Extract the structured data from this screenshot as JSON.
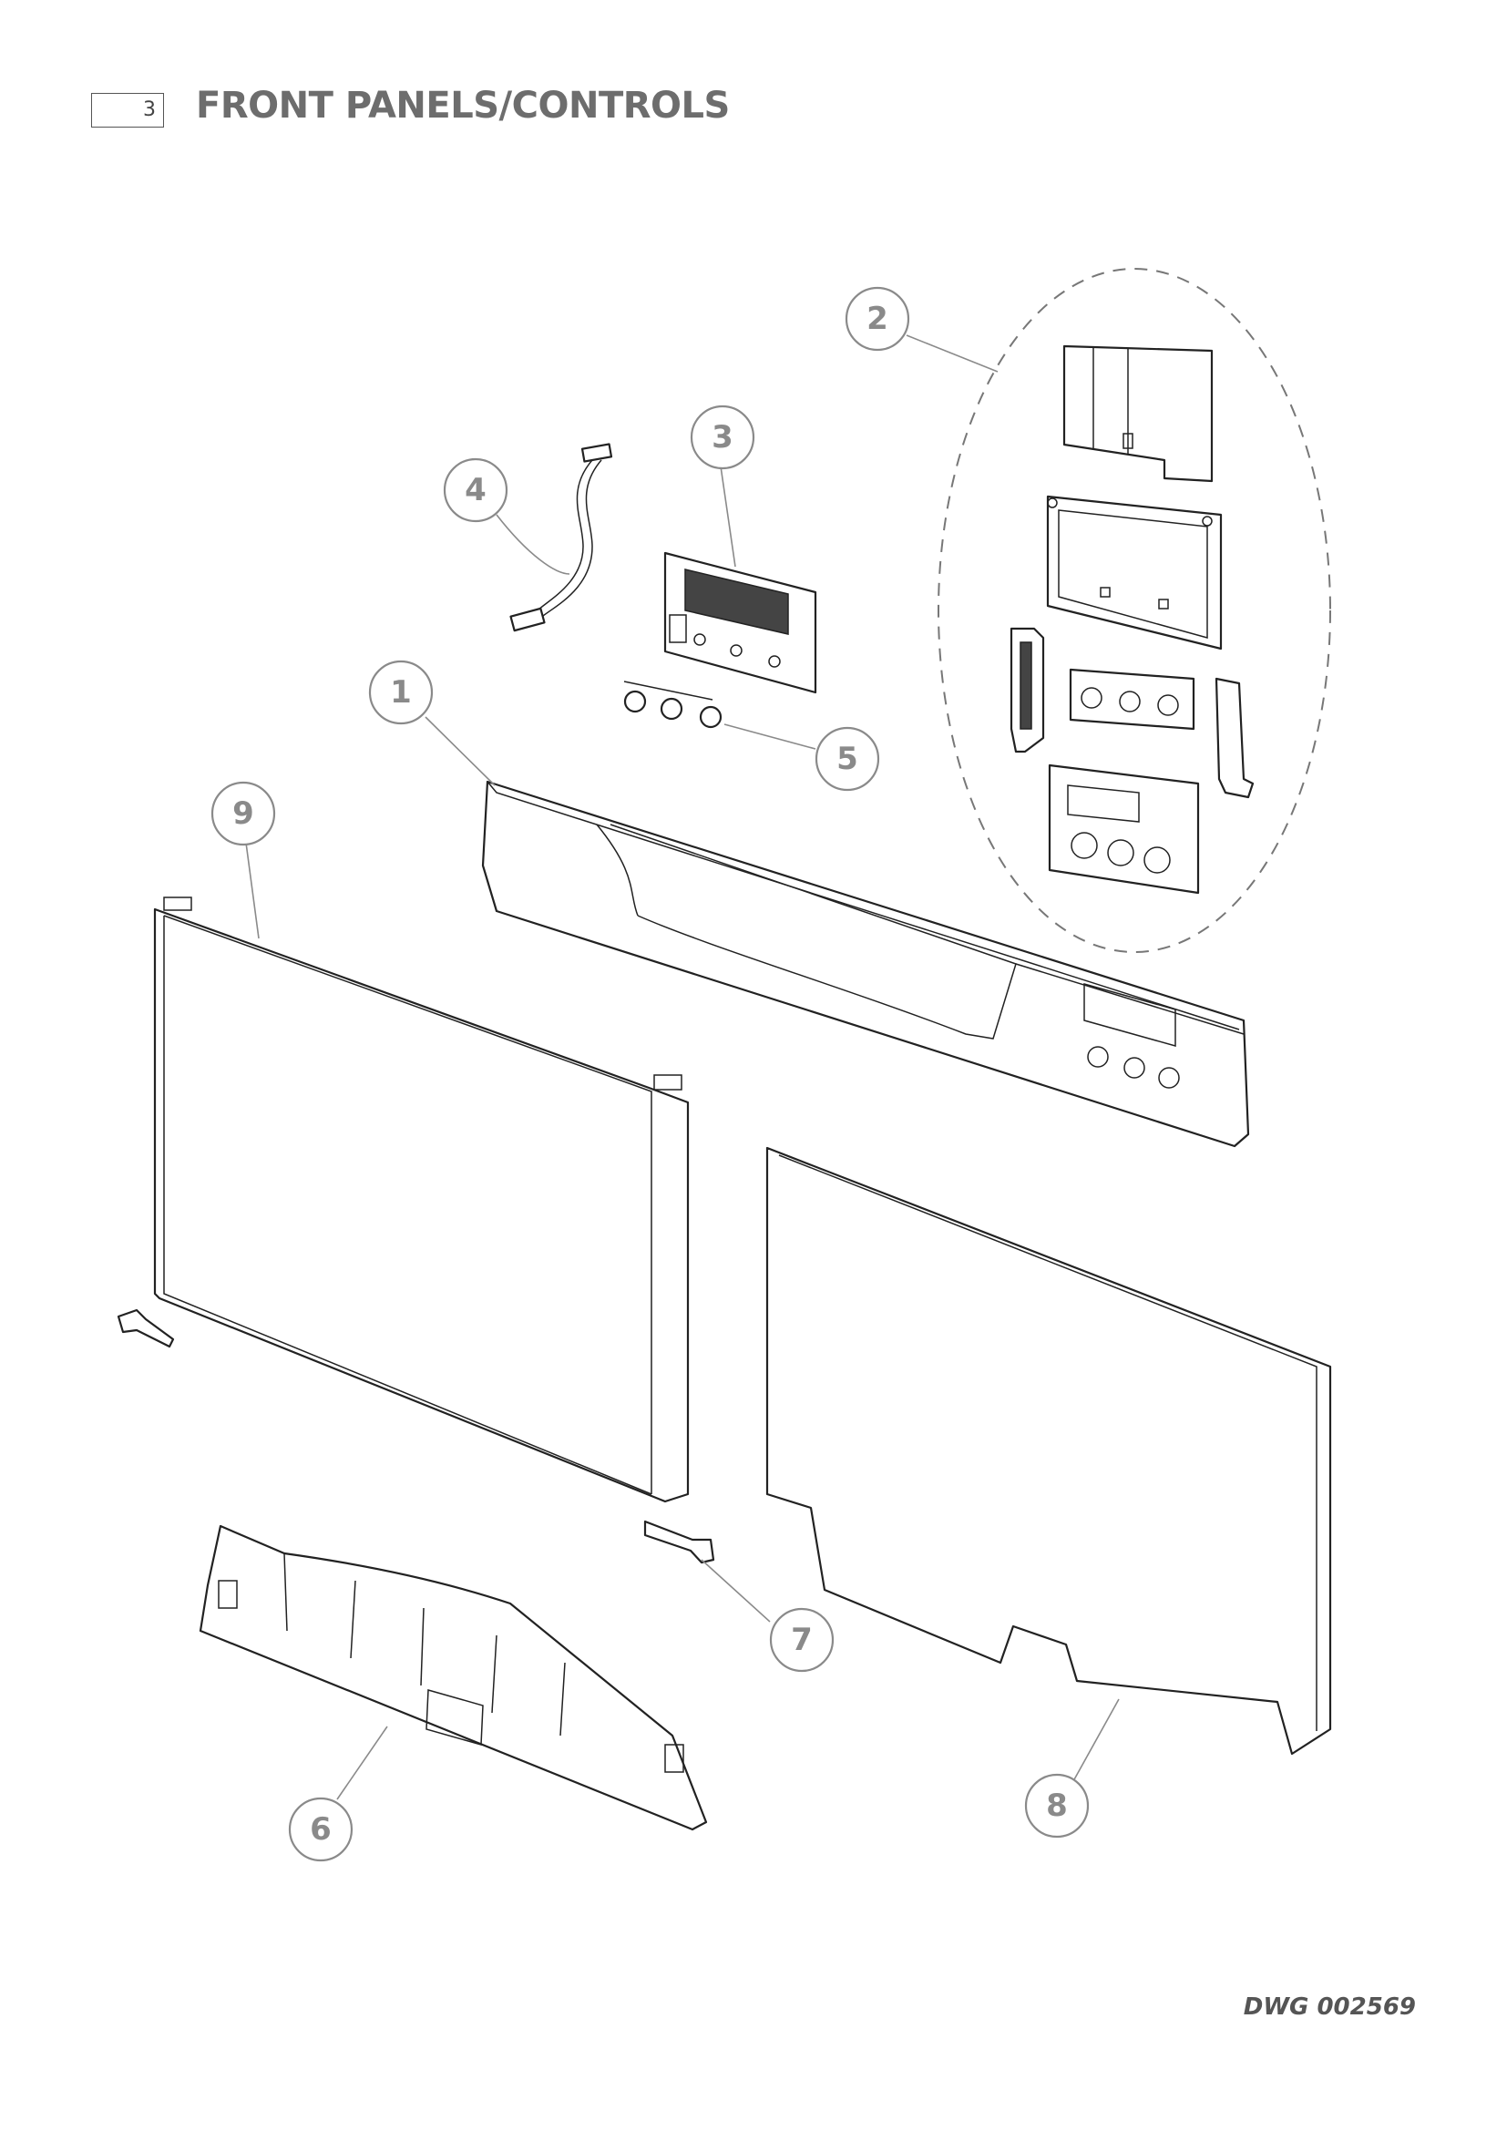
{
  "header": {
    "section_number": "3",
    "title": "FRONT PANELS/CONTROLS"
  },
  "footer": {
    "drawing_number": "DWG 002569"
  },
  "callouts": [
    "1",
    "2",
    "3",
    "4",
    "5",
    "6",
    "7",
    "8",
    "9"
  ],
  "colors": {
    "callout": "#8a8a8a",
    "title": "#6d6d6d",
    "line": "#222222"
  }
}
